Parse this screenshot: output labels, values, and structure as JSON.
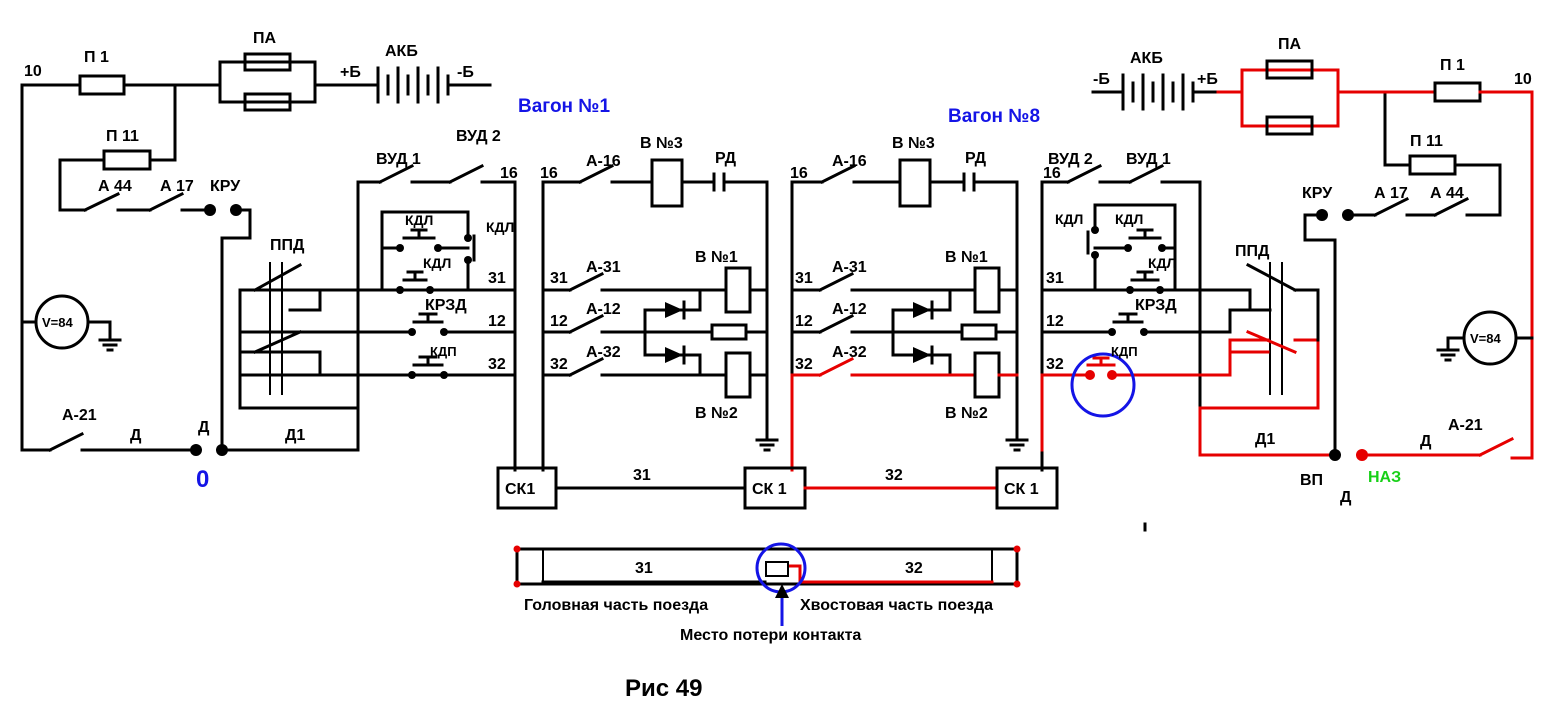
{
  "labels": {
    "wire10": "10",
    "p1": "П 1",
    "pa": "ПА",
    "akb": "АКБ",
    "plus_b": "+Б",
    "minus_b": "-Б",
    "p11": "П 11",
    "a44": "А 44",
    "a17": "А 17",
    "kru": "КРУ",
    "ppd": "ППД",
    "voltmeter": "V=84",
    "a21": "А-21",
    "d": "Д",
    "d1": "Д1",
    "zero": "0",
    "vud1": "ВУД 1",
    "vud2": "ВУД 2",
    "wire16": "16",
    "kdl": "КДЛ",
    "krzd": "КРЗД",
    "kdp": "КДП",
    "wire31": "31",
    "wire12": "12",
    "wire32": "32",
    "car1": "Вагон №1",
    "car8": "Вагон №8",
    "a16": "А-16",
    "b3": "В №3",
    "rd": "РД",
    "a31": "А-31",
    "a12": "А-12",
    "a32": "А-32",
    "b1": "В №1",
    "b2": "В №2",
    "ck1a": "СК1",
    "ck1b": "СК 1",
    "vp": "ВП",
    "naz": "НАЗ",
    "head": "Головная часть поезда",
    "tail": "Хвостовая часть поезда",
    "fault": "Место потери контакта",
    "figure": "Рис 49"
  },
  "colors": {
    "wire": "#000000",
    "active_circuit": "#e60000",
    "highlight": "#1414e6",
    "naz": "#18d018"
  }
}
